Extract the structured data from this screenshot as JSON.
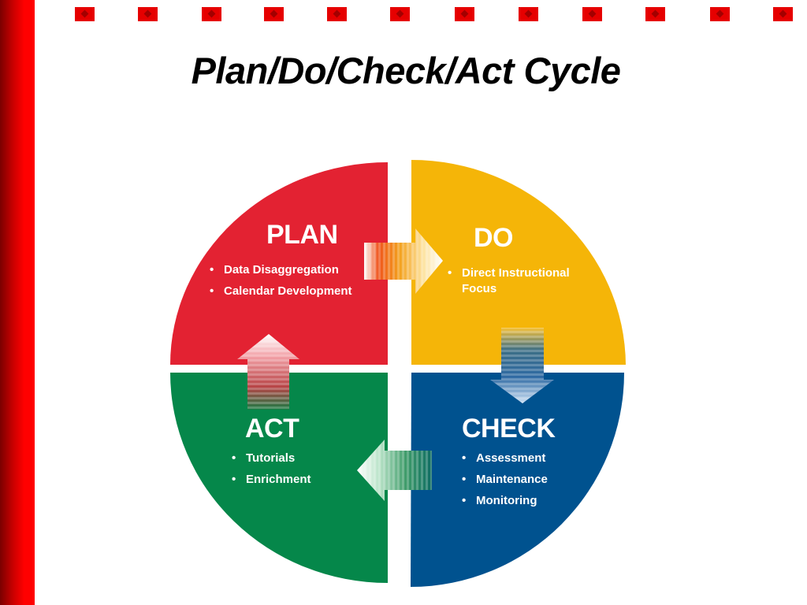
{
  "title": "Plan/Do/Check/Act Cycle",
  "colors": {
    "plan": "#e32232",
    "do": "#f5b508",
    "check": "#00528f",
    "act": "#05874a",
    "side_bar": "#ff0000"
  },
  "quadrants": {
    "plan": {
      "label": "PLAN",
      "items": [
        "Data Disaggregation",
        "Calendar Development"
      ]
    },
    "do": {
      "label": "DO",
      "items": [
        "Direct Instructional Focus"
      ]
    },
    "check": {
      "label": "CHECK",
      "items": [
        "Assessment",
        "Maintenance",
        "Monitoring"
      ]
    },
    "act": {
      "label": "ACT",
      "items": [
        "Tutorials",
        "Enrichment"
      ]
    }
  },
  "arrows": [
    "plan-to-do",
    "do-to-check",
    "check-to-act",
    "act-to-plan"
  ]
}
